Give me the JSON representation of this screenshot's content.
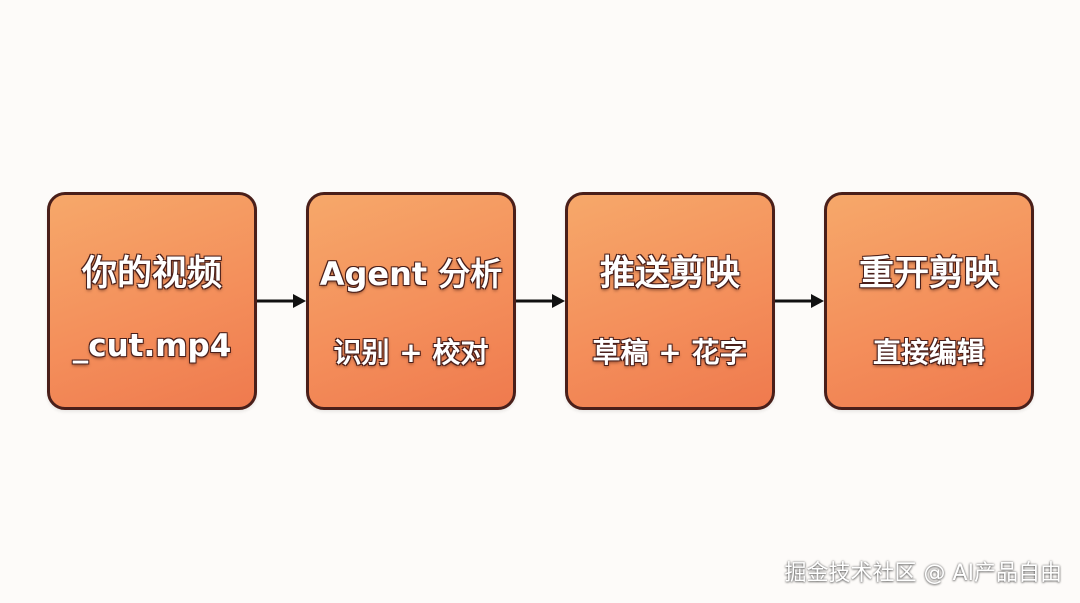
{
  "steps": [
    {
      "title": "你的视频",
      "subtitle": "_cut.mp4"
    },
    {
      "title": "Agent 分析",
      "subtitle": "识别 + 校对"
    },
    {
      "title": "推送剪映",
      "subtitle": "草稿 + 花字"
    },
    {
      "title": "重开剪映",
      "subtitle": "直接编辑"
    }
  ],
  "watermark": "掘金技术社区 @ AI产品自由",
  "colors": {
    "box_fill_top": "#f6a86a",
    "box_fill_bottom": "#ef7a4e",
    "box_border": "#4a1f1a",
    "arrow": "#111111",
    "background": "#fdfbf9"
  }
}
